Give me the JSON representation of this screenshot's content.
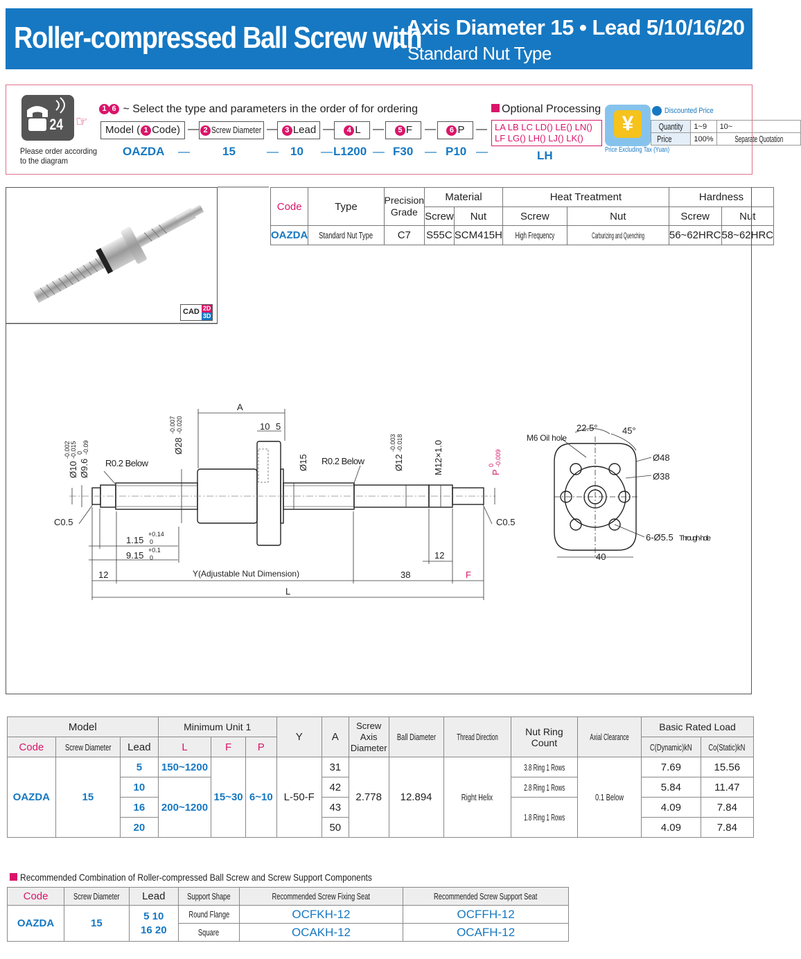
{
  "header": {
    "title": "Roller-compressed Ball Screw with",
    "sub1": "Axis Diameter 15 • Lead 5/10/16/20",
    "sub2": "Standard Nut Type"
  },
  "order": {
    "phone_num": "24",
    "phone_note1": "Please order according",
    "phone_note2": "to the diagram",
    "instruction": "~ Select the type and parameters in the order of for ordering",
    "c1": "1",
    "c6": "6",
    "boxes": [
      {
        "n": "1",
        "pre": "Model (",
        "label": "Code)"
      },
      {
        "n": "2",
        "label": "Screw Diameter"
      },
      {
        "n": "3",
        "label": "Lead"
      },
      {
        "n": "4",
        "label": "L"
      },
      {
        "n": "5",
        "label": "F"
      },
      {
        "n": "6",
        "label": "P"
      }
    ],
    "dash": "—",
    "values": [
      "OAZDA",
      "15",
      "10",
      "L1200",
      "F30",
      "P10"
    ],
    "optional_title": "Optional Processing",
    "optional_line1": "LA LB LC LD() LE() LN()",
    "optional_line2": "LF LG() LH() LJ() LK()",
    "optional_value": "LH",
    "yen": "¥",
    "price_note": "Price Excluding Tax (Yuan)",
    "discount_title": "Discounted Price",
    "discount_rows": [
      [
        "Quantity",
        "1~9",
        "10~"
      ],
      [
        "Price",
        "100%",
        "Separate Quotation"
      ]
    ]
  },
  "spec": {
    "headers": {
      "code": "Code",
      "type": "Type",
      "precision": "Precision Grade",
      "material": "Material",
      "heat": "Heat Treatment",
      "hardness": "Hardness",
      "screw": "Screw",
      "nut": "Nut"
    },
    "row": {
      "code": "OAZDA",
      "type": "Standard Nut Type",
      "grade": "C7",
      "mat_screw": "S55C",
      "mat_nut": "SCM415H",
      "heat_screw": "High Frequency",
      "heat_nut": "Carburizing and Quenching",
      "hard_screw": "56~62HRC",
      "hard_nut": "58~62HRC"
    },
    "cad": "CAD",
    "cad2d": "2D",
    "cad3d": "3D"
  },
  "drawing": {
    "A": "A",
    "d10": "10",
    "d5": "5",
    "phi28": "Ø28",
    "phi28_tol1": "-0.007",
    "phi28_tol2": "-0.020",
    "phi15": "Ø15",
    "r02a": "R0.2 Below",
    "r02b": "R0.2 Below",
    "phi12": "Ø12",
    "phi12_tol1": "-0.003",
    "phi12_tol2": "-0.018",
    "m12": "M12×1.0",
    "p": "P",
    "p_tol1": "0",
    "p_tol2": "-0.009",
    "phi10": "Ø10",
    "phi10_tol1": "-0.002",
    "phi10_tol2": "-0.015",
    "phi96": "Ø9.6",
    "phi96_tol1": "0",
    "phi96_tol2": "-0.09",
    "c05a": "C0.5",
    "c05b": "C0.5",
    "d115": "1.15",
    "d115_t1": "+0.14",
    "d115_t2": "0",
    "d915": "9.15",
    "d915_t1": "+0.1",
    "d915_t2": "0",
    "d12a": "12",
    "y_dim": "Y(Adjustable Nut Dimension)",
    "d38": "38",
    "f": "F",
    "d12b": "12",
    "l": "L",
    "m6": "M6 Oil hole",
    "ang225": "22.5°",
    "ang45": "45°",
    "phi48": "Ø48",
    "phi38": "Ø38",
    "holes": "6-Ø5.5",
    "through": "Through-hole",
    "d40": "40"
  },
  "main": {
    "h": {
      "model": "Model",
      "min_unit": "Minimum Unit 1",
      "y": "Y",
      "a": "A",
      "screw_axis": "Screw Axis Diameter",
      "ball": "Ball Diameter",
      "thread": "Thread Direction",
      "nut_ring": "Nut Ring Count",
      "axial": "Axial Clearance",
      "load": "Basic Rated Load",
      "code": "Code",
      "sd": "Screw Diameter",
      "lead": "Lead",
      "l": "L",
      "f": "F",
      "p": "P",
      "c": "C(Dynamic)kN",
      "co": "Co(Static)kN"
    },
    "code": "OAZDA",
    "sd": "15",
    "y": "L-50-F",
    "axis": "2.778",
    "ball": "12.894",
    "thread": "Right Helix",
    "axial": "0.1 Below",
    "f": "15~30",
    "p": "6~10",
    "l1": "150~1200",
    "l2": "200~1200",
    "rows": [
      {
        "lead": "5",
        "a": "31",
        "ring": "3.8 Ring 1 Rows",
        "c": "7.69",
        "co": "15.56"
      },
      {
        "lead": "10",
        "a": "42",
        "ring": "2.8 Ring 1 Rows",
        "c": "5.84",
        "co": "11.47"
      },
      {
        "lead": "16",
        "a": "43",
        "ring": "1.8 Ring 1 Rows",
        "c": "4.09",
        "co": "7.84"
      },
      {
        "lead": "20",
        "a": "50",
        "ring": "",
        "c": "4.09",
        "co": "7.84"
      }
    ]
  },
  "rec": {
    "title": "Recommended Combination of Roller-compressed Ball Screw and Screw Support Components",
    "h": {
      "code": "Code",
      "sd": "Screw Diameter",
      "lead": "Lead",
      "shape": "Support Shape",
      "fix": "Recommended Screw Fixing Seat",
      "sup": "Recommended Screw Support Seat"
    },
    "code": "OAZDA",
    "sd": "15",
    "lead1": "5 10",
    "lead2": "16 20",
    "rows": [
      {
        "shape": "Round Flange",
        "fix": "OCFKH-12",
        "sup": "OCFFH-12"
      },
      {
        "shape": "Square",
        "fix": "OCAKH-12",
        "sup": "OCAFH-12"
      }
    ]
  },
  "colors": {
    "brand_blue": "#1678c2",
    "magenta": "#d9156a"
  }
}
